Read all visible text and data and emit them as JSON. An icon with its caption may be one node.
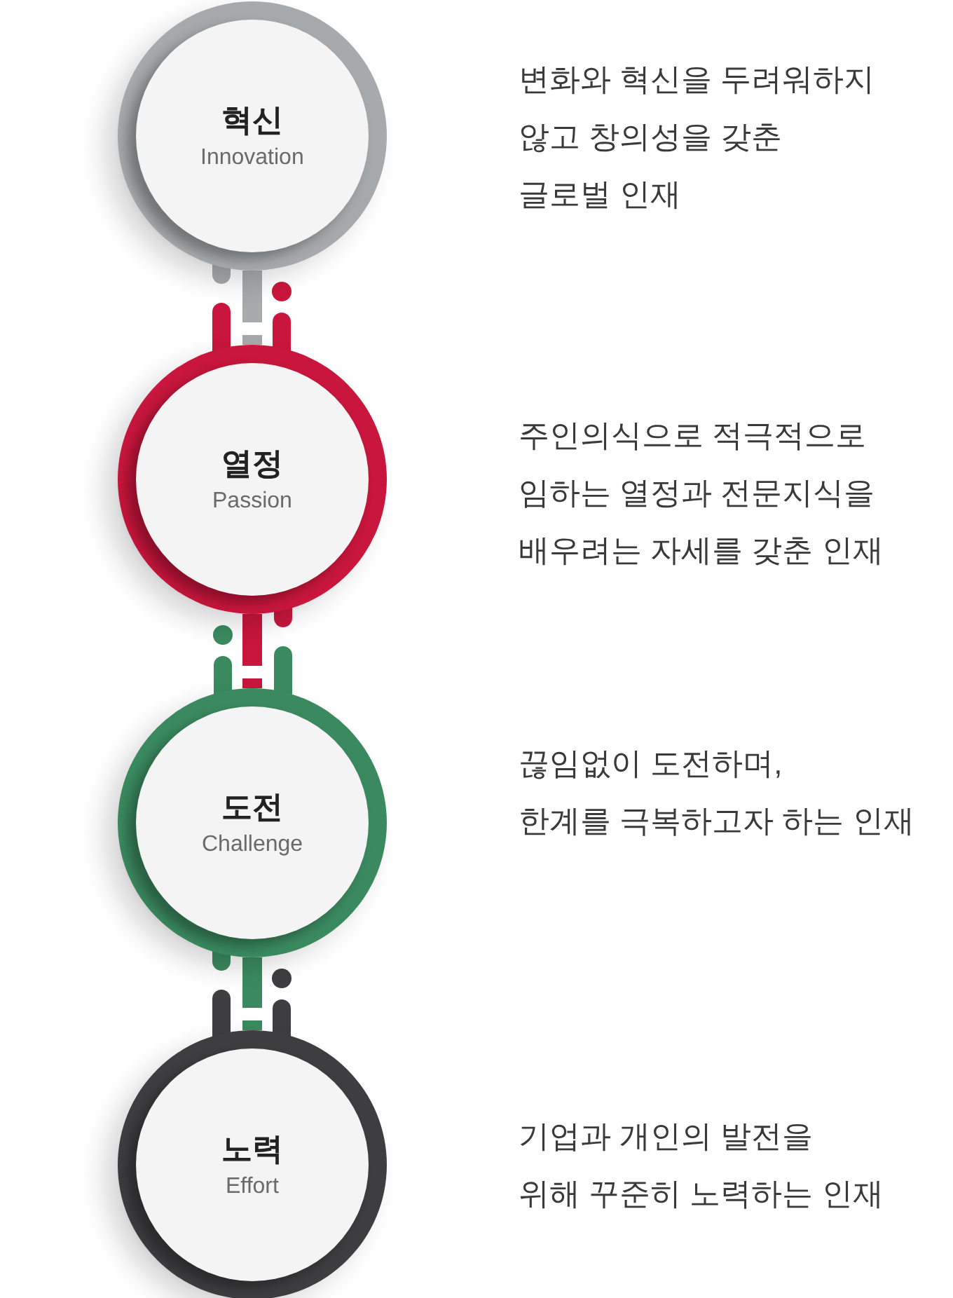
{
  "diagram": {
    "nodes": [
      {
        "text": [
          "혁신",
          "Innovation"
        ]
      },
      {
        "text": [
          "열정",
          "Passion"
        ]
      },
      {
        "text": [
          "도전",
          "Challenge"
        ]
      },
      {
        "text": [
          "노력",
          "Effort"
        ]
      }
    ],
    "edges": [
      {
        "from": 0,
        "to": 1,
        "arrow": "none",
        "color": "#a6aaac"
      },
      {
        "from": 1,
        "to": 2,
        "arrow": "none",
        "color": "#c8163c"
      },
      {
        "from": 2,
        "to": 3,
        "arrow": "none",
        "color": "#3b8a5f"
      }
    ],
    "labels": [
      "변화와 혁신을 두려워하지 않고 창의성을 갖춘 글로벌 인재",
      "주인의식으로 적극적으로 임하는 열정과 전문지식을 배우려는 자세를 갖춘 인재",
      "끊임없이 도전하며, 한계를 극복하고자 하는 인재",
      "기업과 개인의 발전을 위해 꾸준히 노력하는 인재"
    ]
  }
}
